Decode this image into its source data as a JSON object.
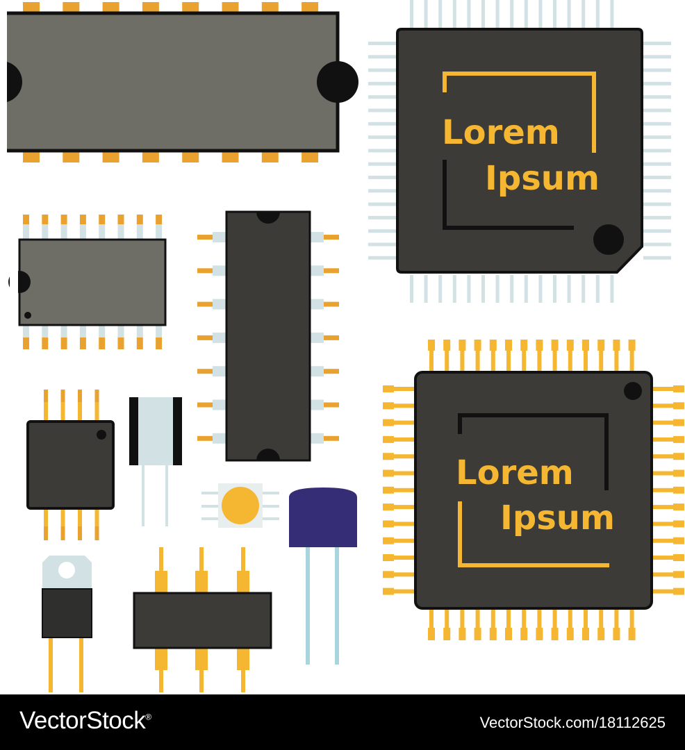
{
  "chips": {
    "chip_a": {
      "line1": "Lorem",
      "line2": "Ipsum"
    },
    "chip_b": {
      "line1": "Lorem",
      "line2": "Ipsum"
    }
  },
  "footer": {
    "brand": "VectorStock",
    "registered": "®",
    "url": "VectorStock.com/18112625"
  },
  "colors": {
    "gold": "#F5B731",
    "orange_pin": "#E9A22F",
    "chip_dark": "#3C3B38",
    "chip_gray": "#6E6E66",
    "pale_pin": "#D2E1E4",
    "blue_lead": "#A9D6DE",
    "transistor_blue": "#352E77",
    "outline": "#111111",
    "footer_bg": "#000000"
  }
}
